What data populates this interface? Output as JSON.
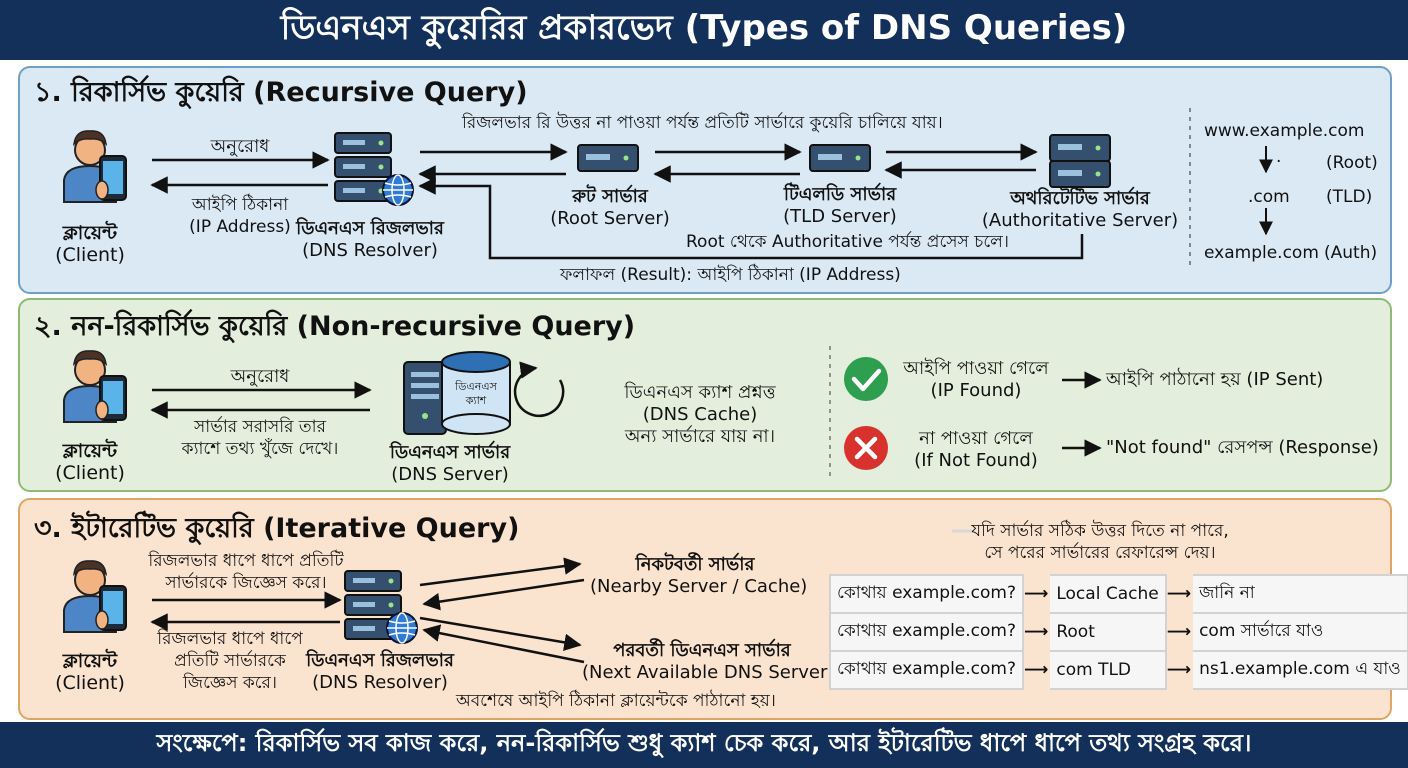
{
  "header": {
    "title": "ডিএনএস কুয়েরির প্রকারভেদ (Types of DNS Queries)"
  },
  "footer": {
    "summary": "সংক্ষেপে: রিকার্সিভ সব কাজ করে, নন-রিকার্সিভ শুধু ক্যাশ চেক করে, আর ইটারেটিভ ধাপে ধাপে তথ্য সংগ্রহ করে।"
  },
  "recursive": {
    "title": "১. রিকার্সিভ কুয়েরি (Recursive Query)",
    "client": {
      "bn": "ক্লায়েন্ট",
      "en": "(Client)"
    },
    "request_label": "অনুরোধ",
    "reply_label": {
      "bn": "আইপি ঠিকানা",
      "en": "(IP Address)"
    },
    "resolver": {
      "bn": "ডিএনএস রিজলভার",
      "en": "(DNS Resolver)"
    },
    "top_note": "রিজলভার রি উত্তর না পাওয়া পর্যন্ত প্রতিটি সার্ভারে কুয়েরি চালিয়ে যায়।",
    "root": {
      "bn": "রুট সার্ভার",
      "en": "(Root Server)"
    },
    "tld": {
      "bn": "টিএলডি সার্ভার",
      "en": "(TLD Server)"
    },
    "auth": {
      "bn": "অথরিটেটিভ সার্ভার",
      "en": "(Authoritative Server)"
    },
    "process_note": "Root থেকে Authoritative পর্যন্ত প্রসেস চলে।",
    "result_note": "ফলাফল (Result): আইপি ঠিকানা (IP Address)",
    "hierarchy": {
      "domain": "www.example.com",
      "dot": ".",
      "root_tag": "(Root)",
      "com": ".com",
      "tld_tag": "(TLD)",
      "example": "example.com",
      "auth_tag": "(Auth)"
    }
  },
  "nonrecursive": {
    "title": "২. নন-রিকার্সিভ কুয়েরি (Non-recursive Query)",
    "client": {
      "bn": "ক্লায়েন্ট",
      "en": "(Client)"
    },
    "request_label": "অনুরোধ",
    "reply_label": [
      "সার্ভার সরাসরি তার",
      "ক্যাশে তথ্য খুঁজে দেখে।"
    ],
    "server": {
      "bn": "ডিএনএস সার্ভার",
      "en": "(DNS Server)"
    },
    "cache_label": [
      "ডিএনএস",
      "ক্যাশ"
    ],
    "cache_note": [
      "ডিএনএস ক্যাশ প্রশ্নত্ত",
      "(DNS Cache)",
      "অন্য সার্ভারে যায় না।"
    ],
    "found": {
      "bn": "আইপি পাওয়া গেলে",
      "en": "(IP Found)",
      "result": "আইপি পাঠানো হয় (IP Sent)"
    },
    "not_found": {
      "bn": "না পাওয়া গেলে",
      "en": "(If Not Found)",
      "result": "\"Not found\" রেসপন্স (Response)"
    },
    "colors": {
      "found": "#2e9e4f",
      "not_found": "#d8322f"
    }
  },
  "iterative": {
    "title": "৩. ইটারেটিভ কুয়েরি (Iterative Query)",
    "client": {
      "bn": "ক্লায়েন্ট",
      "en": "(Client)"
    },
    "request_label": [
      "রিজলভার ধাপে ধাপে প্রতিটি",
      "সার্ভারকে জিজ্ঞেস করে।"
    ],
    "reply_label": [
      "রিজলভার ধাপে ধাপে",
      "প্রতিটি সার্ভারকে",
      "জিজ্ঞেস করে।"
    ],
    "resolver": {
      "bn": "ডিএনএস রিজলভার",
      "en": "(DNS Resolver)"
    },
    "nearby": {
      "bn": "নিকটবর্তী সার্ভার",
      "en": "(Nearby Server / Cache)"
    },
    "next": {
      "bn": "পরবর্তী ডিএনএস সার্ভার",
      "en": "(Next Available DNS Server)"
    },
    "final_note": "অবশেষে আইপি ঠিকানা ক্লায়েন্টকে পাঠানো হয়।",
    "referral_note": [
      "যদি সার্ভার সঠিক উত্তর দিতে না পারে,",
      "সে পরের সার্ভারের রেফারেন্স দেয়।"
    ],
    "table": [
      [
        "কোথায় example.com?",
        "Local Cache",
        "জানি না"
      ],
      [
        "কোথায় example.com?",
        "Root",
        "com সার্ভারে যাও"
      ],
      [
        "কোথায় example.com?",
        "com TLD",
        "ns1.example.com এ যাও"
      ]
    ]
  }
}
